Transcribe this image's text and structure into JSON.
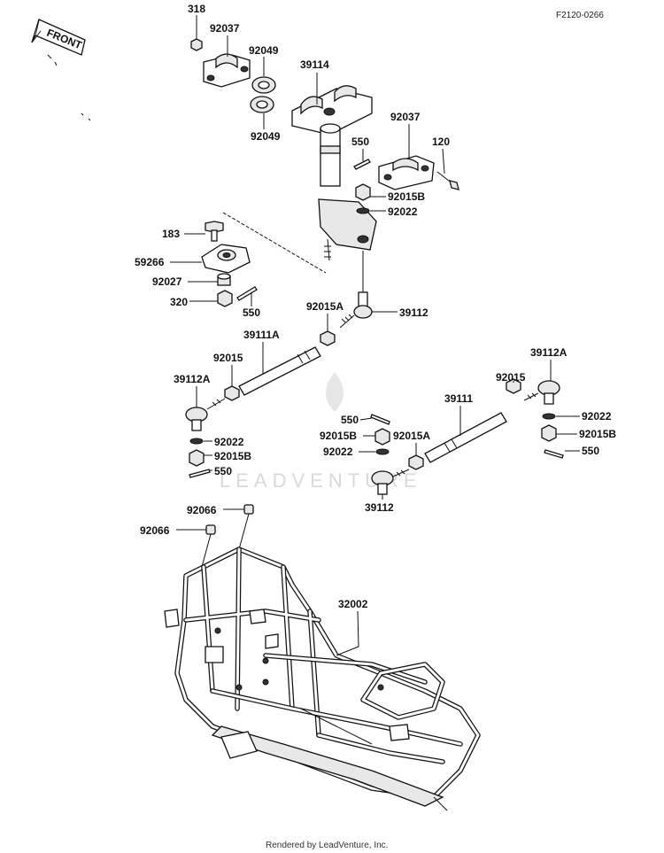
{
  "diagram_code": "F2120-0266",
  "front_label": "FRONT",
  "watermark": "LEADVENTURE",
  "footer": "Rendered by LeadVenture, Inc.",
  "labels": {
    "l318": "318",
    "l92037a": "92037",
    "l92049a": "92049",
    "l92049b": "92049",
    "l39114": "39114",
    "l92037b": "92037",
    "l550a": "550",
    "l120": "120",
    "l92015Ba": "92015B",
    "l92022a": "92022",
    "l183": "183",
    "l59266": "59266",
    "l92027": "92027",
    "l320": "320",
    "l550b": "550",
    "l92015Aa": "92015A",
    "l39112a": "39112",
    "l39111A": "39111A",
    "l92015a": "92015",
    "l39112Aa": "39112A",
    "l92022b": "92022",
    "l92015Bb": "92015B",
    "l550c": "550",
    "l39112Ab": "39112A",
    "l92015b": "92015",
    "l39111": "39111",
    "l550d": "550",
    "l92015Bc": "92015B",
    "l92015Ab": "92015A",
    "l92022c": "92022",
    "l92022d": "92022",
    "l92015Bd": "92015B",
    "l550e": "550",
    "l39112b": "39112",
    "l92066a": "92066",
    "l92066b": "92066",
    "l32002": "32002"
  }
}
